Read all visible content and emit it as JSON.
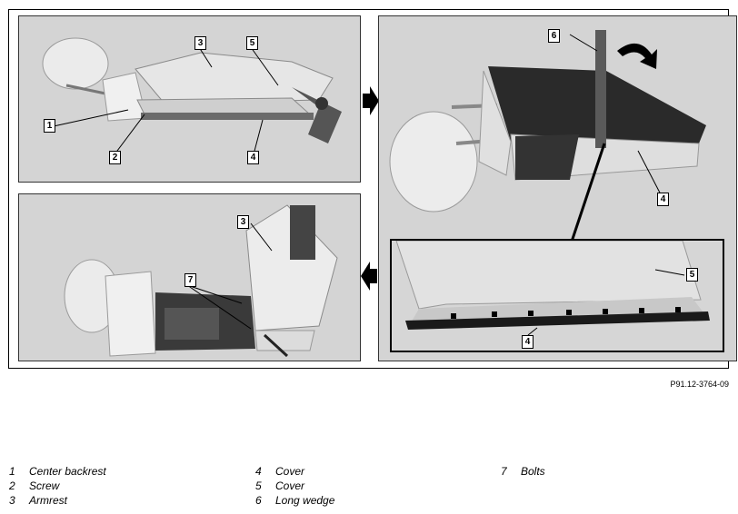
{
  "figure": {
    "reference": "P91.12-3764-09",
    "callouts": {
      "p1": [
        "3",
        "5",
        "1",
        "2",
        "4"
      ],
      "p2": [
        "3",
        "7"
      ],
      "p3": [
        "6",
        "4"
      ],
      "inset": [
        "5",
        "4"
      ]
    }
  },
  "legend": {
    "col1": [
      {
        "num": "1",
        "label": "Center backrest"
      },
      {
        "num": "2",
        "label": "Screw"
      },
      {
        "num": "3",
        "label": "Armrest"
      }
    ],
    "col2": [
      {
        "num": "4",
        "label": "Cover"
      },
      {
        "num": "5",
        "label": "Cover"
      },
      {
        "num": "6",
        "label": "Long wedge"
      }
    ],
    "col3": [
      {
        "num": "7",
        "label": "Bolts"
      }
    ]
  }
}
